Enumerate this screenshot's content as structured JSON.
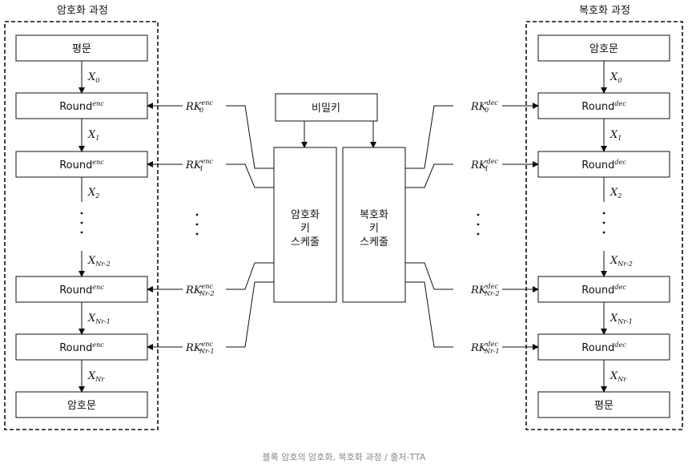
{
  "enc": {
    "title": "암호화 과정",
    "top": "평문",
    "bottom": "암호문",
    "round_main": "Round",
    "round_sup": "enc",
    "state_base": "X",
    "states": [
      "0",
      "1",
      "2",
      "Nr-2",
      "Nr-1",
      "Nr"
    ],
    "key_base": "RK",
    "key_sup": "enc",
    "key_subs": [
      "0",
      "1",
      "Nr-2",
      "Nr-1"
    ]
  },
  "dec": {
    "title": "복호화 과정",
    "top": "암호문",
    "bottom": "평문",
    "round_main": "Round",
    "round_sup": "dec",
    "state_base": "X",
    "states": [
      "0",
      "1",
      "2",
      "Nr-2",
      "Nr-1",
      "Nr"
    ],
    "key_base": "RK",
    "key_sup": "dec",
    "key_subs": [
      "0",
      "1",
      "Nr-2",
      "Nr-1"
    ]
  },
  "center": {
    "secret_key": "비밀키",
    "enc_schedule": [
      "암호화",
      "키",
      "스케줄"
    ],
    "dec_schedule": [
      "복호화",
      "키",
      "스케줄"
    ]
  },
  "caption": "블록 암호의 암호화, 복호화 과정 / 출처-TTA"
}
